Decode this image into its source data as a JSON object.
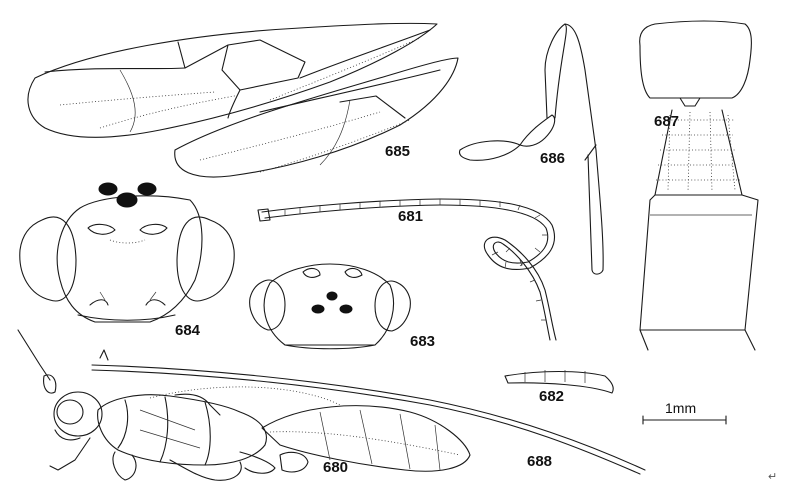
{
  "figures": [
    {
      "id": "wings",
      "label": "685"
    },
    {
      "id": "hind-leg",
      "label": "686"
    },
    {
      "id": "gaster",
      "label": "687"
    },
    {
      "id": "antenna",
      "label": "681"
    },
    {
      "id": "head-front",
      "label": "684"
    },
    {
      "id": "head-dorsal",
      "label": "683"
    },
    {
      "id": "antenna-segment",
      "label": "682"
    },
    {
      "id": "habitus",
      "label": "680"
    },
    {
      "id": "ovipositor",
      "label": "688"
    }
  ],
  "scale_bar": {
    "label": "1mm"
  },
  "return_mark": "↵"
}
